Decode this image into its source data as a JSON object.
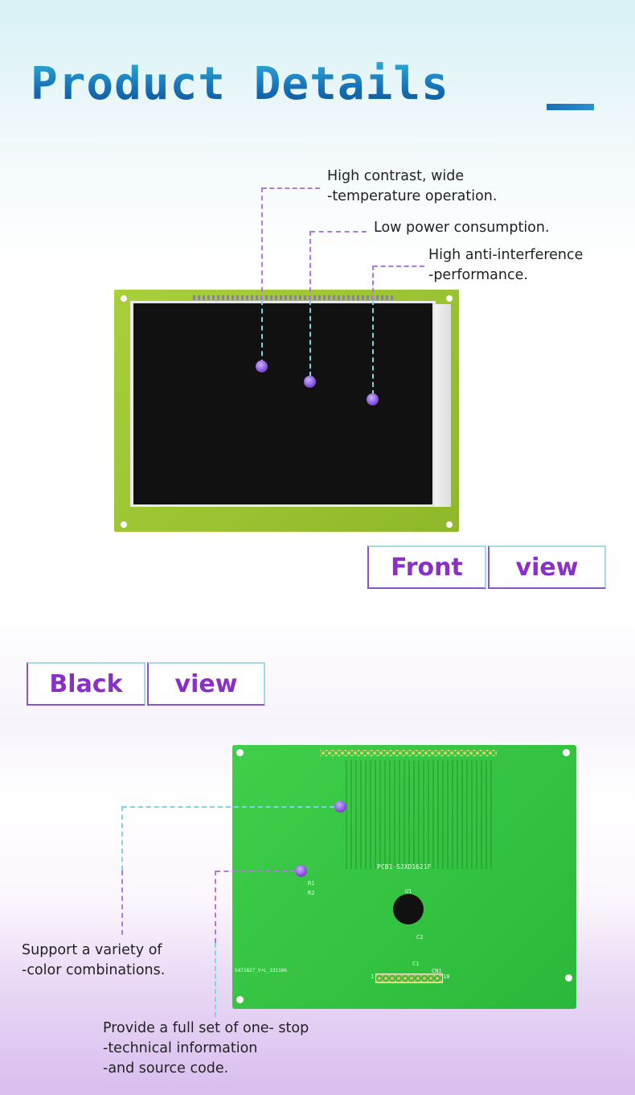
{
  "header": {
    "title": "Product Details"
  },
  "front": {
    "callouts": [
      {
        "line1": "High contrast, wide",
        "line2": "-temperature operation."
      },
      {
        "line1": "Low power consumption.",
        "line2": ""
      },
      {
        "line1": "High anti-interference",
        "line2": "-performance."
      }
    ],
    "label_word1": "Front",
    "label_word2": "view"
  },
  "back": {
    "label_word1": "Black",
    "label_word2": "view",
    "callouts": [
      {
        "line1": "Support a variety of",
        "line2": "-color combinations.",
        "line3": ""
      },
      {
        "line1": "Provide a full set of one- stop",
        "line2": "-technical information",
        "line3": "-and source code."
      }
    ],
    "silkscreen": {
      "board_id": "PCB1-SJXD1621F",
      "u1": "U1",
      "c1": "C1",
      "c2": "C2",
      "cn1": "CN1",
      "r1": "R1",
      "r2": "R2",
      "pin_start": "1",
      "pin_end": "10",
      "date_code": "S471827_V+L_231106"
    }
  },
  "colors": {
    "accent_purple": "#8a2fc8",
    "title_blue": "#1773b8",
    "pcb_green": "#2bb83a",
    "lcd_green": "#9fc632"
  }
}
